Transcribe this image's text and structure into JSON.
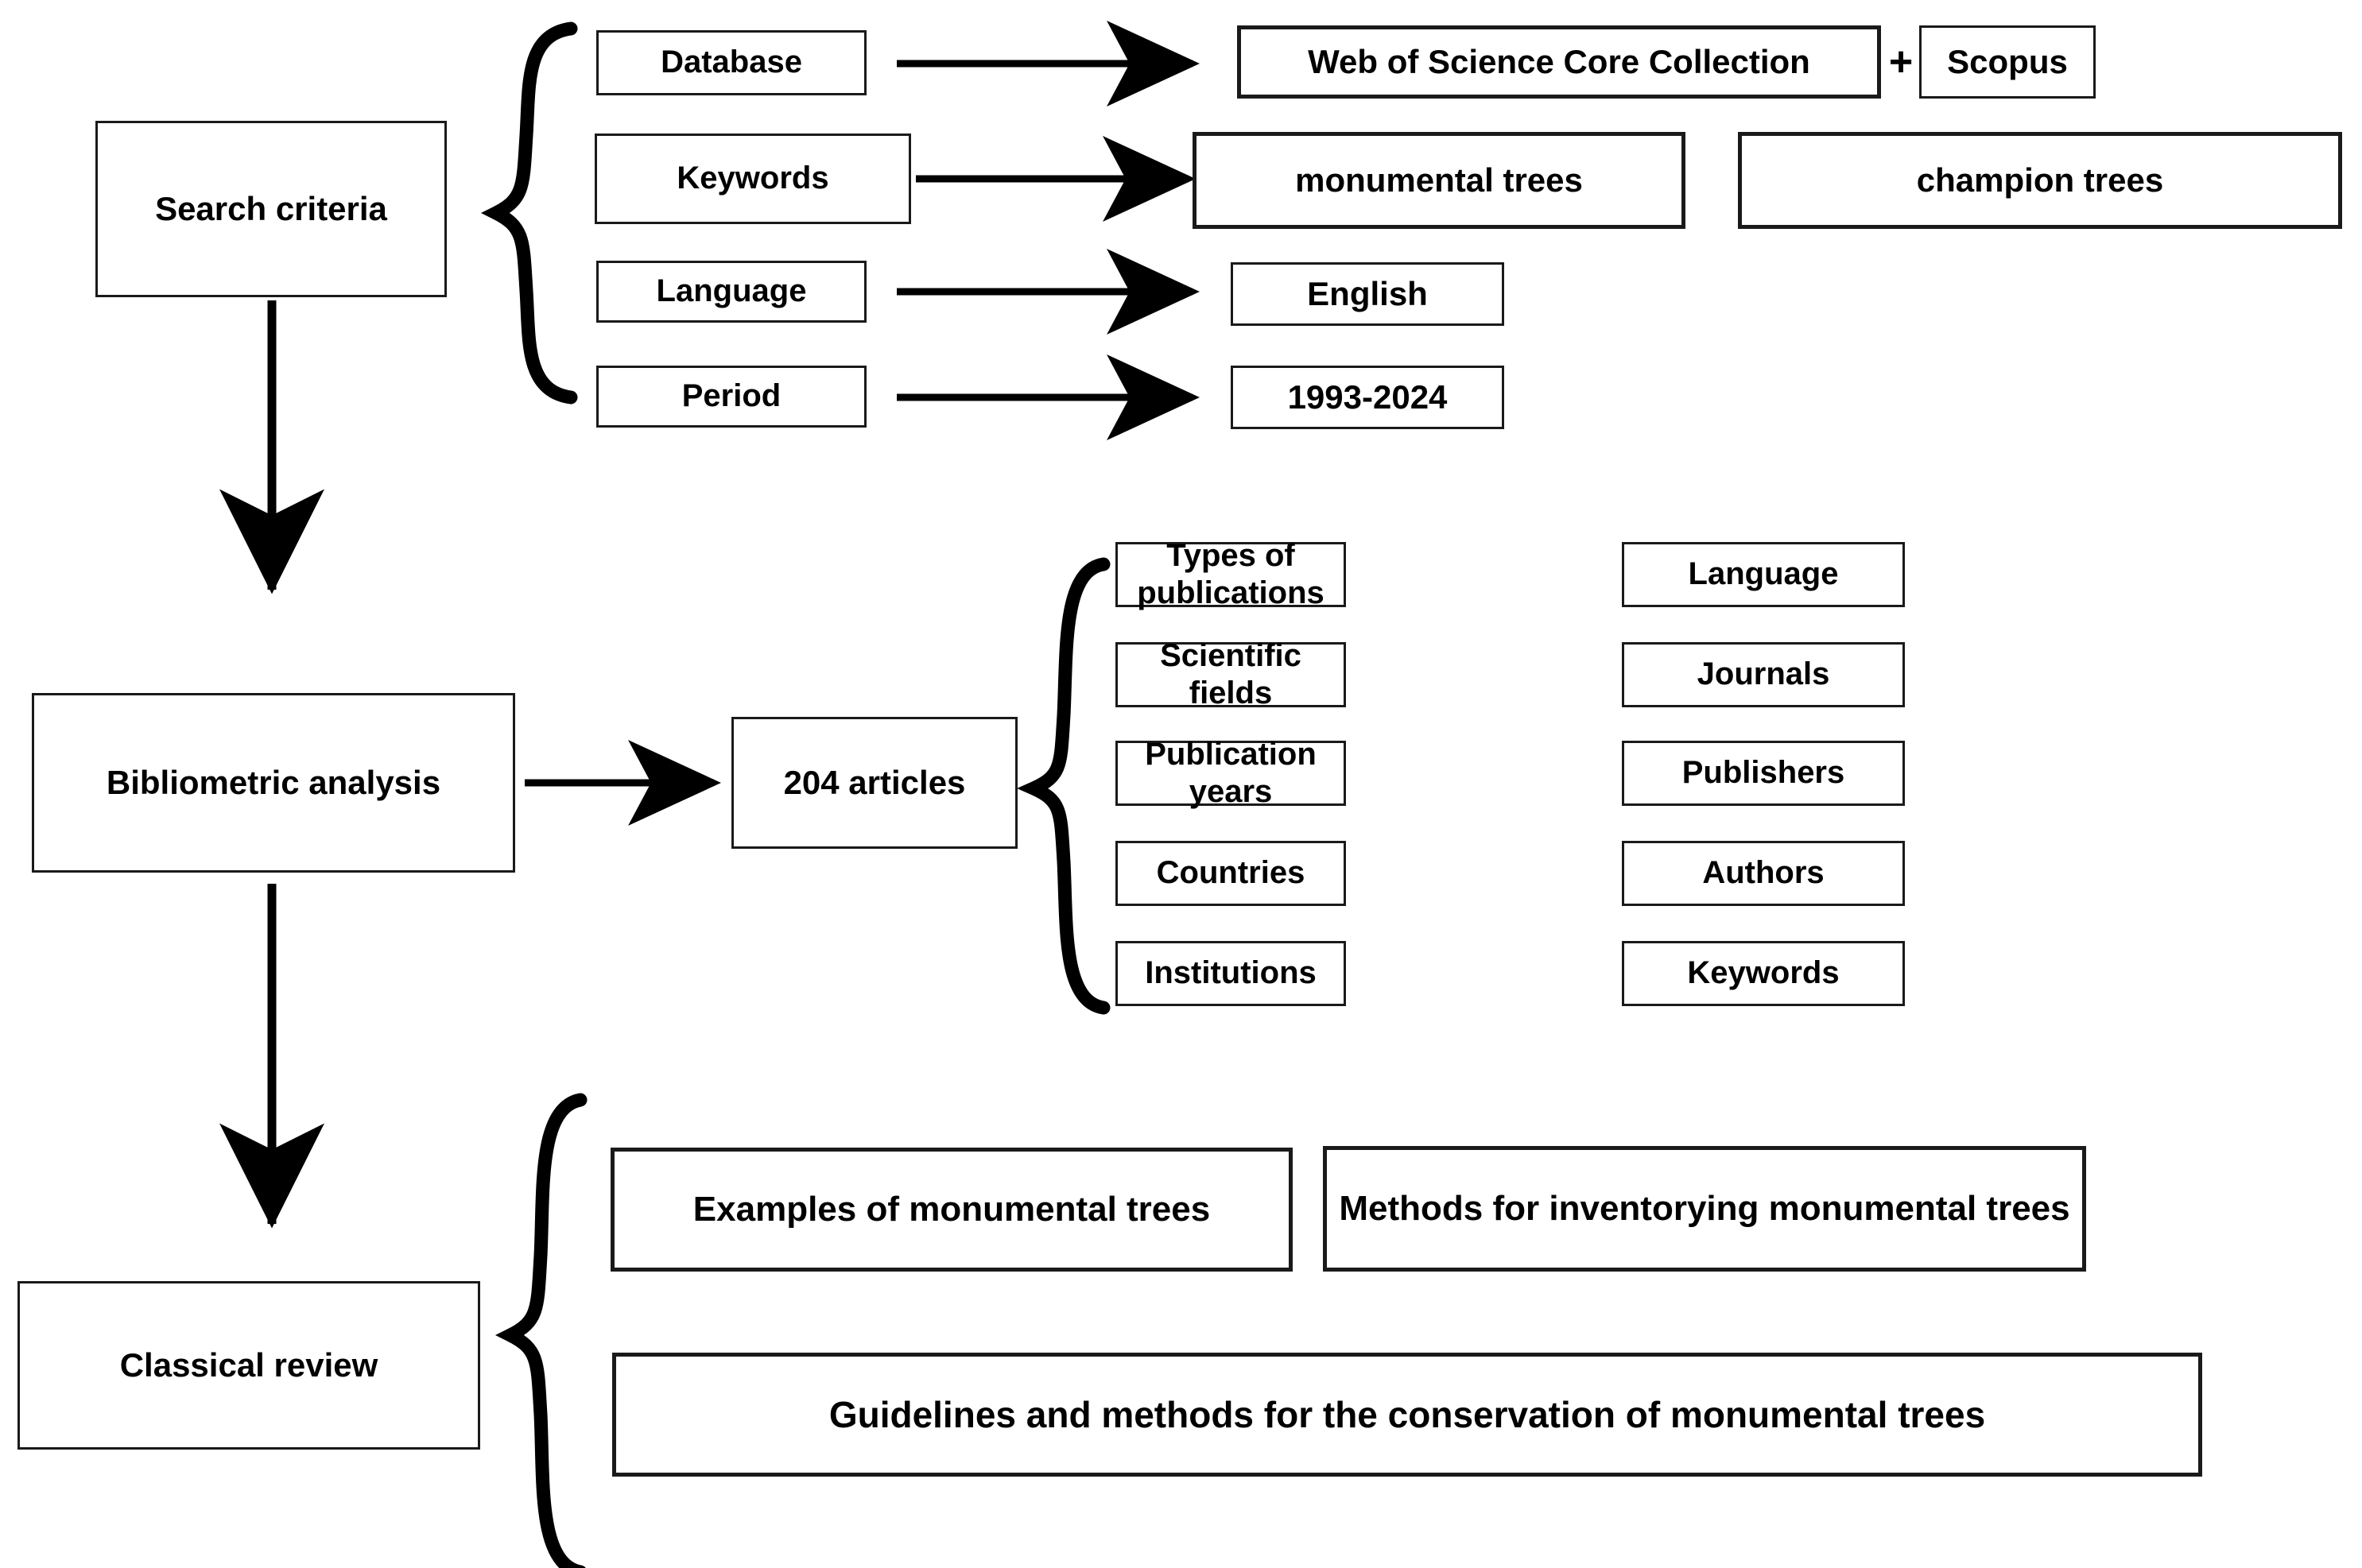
{
  "figure": {
    "type": "flowchart",
    "title": "Review methodology flowchart for monumental trees literature"
  },
  "stages": {
    "search_criteria": {
      "label": "Search criteria",
      "criteria": [
        {
          "name": "Database",
          "values": [
            "Web of Science Core Collection",
            "Scopus"
          ],
          "connector": "+"
        },
        {
          "name": "Keywords",
          "values": [
            "monumental trees",
            "champion trees"
          ]
        },
        {
          "name": "Language",
          "values": [
            "English"
          ]
        },
        {
          "name": "Period",
          "values": [
            "1993-2024"
          ]
        }
      ]
    },
    "bibliometric_analysis": {
      "label": "Bibliometric analysis",
      "result": "204 articles",
      "facets_left": [
        "Types of publications",
        "Scientific fields",
        "Publication years",
        "Countries",
        "Institutions"
      ],
      "facets_right": [
        "Language",
        "Journals",
        "Publishers",
        "Authors",
        "Keywords"
      ]
    },
    "classical_review": {
      "label": "Classical review",
      "topics_row1": [
        "Examples of monumental trees",
        "Methods for inventorying monumental trees"
      ],
      "topics_row2": [
        "Guidelines and methods for the conservation of monumental trees"
      ]
    }
  },
  "labels": {
    "database": "Database",
    "keywords": "Keywords",
    "language": "Language",
    "period": "Period",
    "wos": "Web of Science Core Collection",
    "plus": "+",
    "scopus": "Scopus",
    "monumental_trees": "monumental trees",
    "champion_trees": "champion trees",
    "english": "English",
    "years": "1993-2024",
    "search_criteria": "Search criteria",
    "bibliometric_analysis": "Bibliometric analysis",
    "articles_count": "204 articles",
    "types_of_publications": "Types of publications",
    "scientific_fields": "Scientific fields",
    "publication_years": "Publication years",
    "countries": "Countries",
    "institutions": "Institutions",
    "facet_language": "Language",
    "journals": "Journals",
    "publishers": "Publishers",
    "authors": "Authors",
    "facet_keywords": "Keywords",
    "classical_review": "Classical review",
    "examples": "Examples of monumental trees",
    "methods_inventory": "Methods for inventorying monumental trees",
    "guidelines": "Guidelines and methods for the conservation of monumental trees"
  },
  "colors": {
    "line": "#1a1a1a",
    "box_fill": "#ffffff",
    "text": "#000000"
  }
}
